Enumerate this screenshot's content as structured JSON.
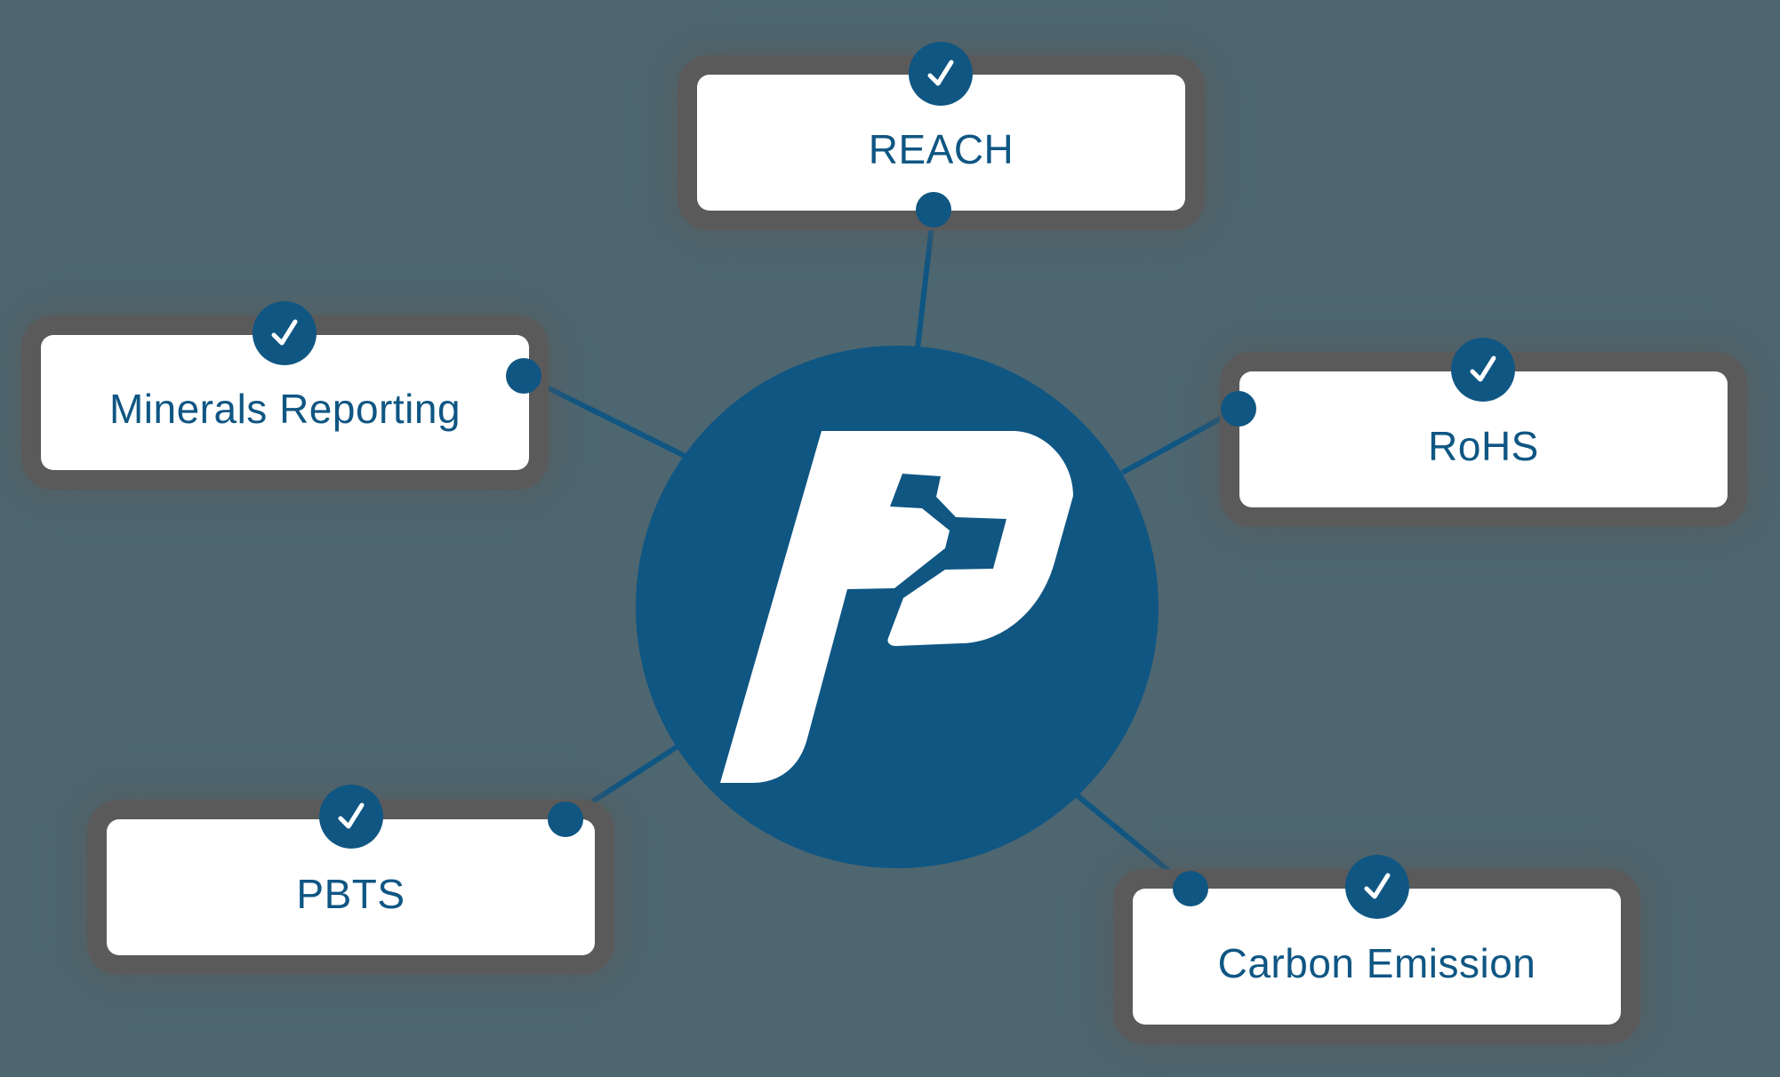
{
  "diagram": {
    "colors": {
      "background": "#4d6670",
      "accent": "#0f5683",
      "card": "#ffffff",
      "halo": "#5a5a5a"
    },
    "hub": {
      "logo": "p-logo-icon"
    },
    "nodes": [
      {
        "id": "reach",
        "label": "REACH",
        "status": "checked"
      },
      {
        "id": "minerals",
        "label": "Minerals Reporting",
        "status": "checked"
      },
      {
        "id": "rohs",
        "label": "RoHS",
        "status": "checked"
      },
      {
        "id": "pbts",
        "label": "PBTS",
        "status": "checked"
      },
      {
        "id": "carbon",
        "label": "Carbon Emission",
        "status": "checked"
      }
    ]
  }
}
